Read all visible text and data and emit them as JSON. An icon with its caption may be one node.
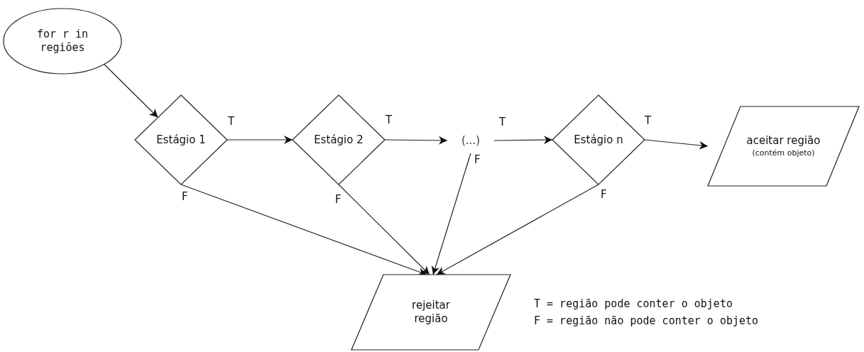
{
  "diagram": {
    "nodes": [
      {
        "text": [
          "for r in regiões"
        ]
      },
      {
        "text": [
          "Estágio 1"
        ]
      },
      {
        "text": [
          "Estágio 2"
        ]
      },
      {
        "text": [
          "(...)"
        ]
      },
      {
        "text": [
          "Estágio n"
        ]
      },
      {
        "text": [
          "aceitar região",
          "(contém objeto)"
        ]
      },
      {
        "text": [
          "rejeitar região"
        ]
      }
    ],
    "edges": [
      {
        "from": 0,
        "to": 1,
        "arrow": "to"
      },
      {
        "from": 1,
        "to": 2,
        "arrow": "to",
        "label": "T"
      },
      {
        "from": 2,
        "to": 3,
        "arrow": "to",
        "label": "T"
      },
      {
        "from": 3,
        "to": 4,
        "arrow": "to",
        "label": "T"
      },
      {
        "from": 4,
        "to": 5,
        "arrow": "to",
        "label": "T"
      },
      {
        "from": 1,
        "to": 6,
        "arrow": "to",
        "label": "F"
      },
      {
        "from": 2,
        "to": 6,
        "arrow": "to",
        "label": "F"
      },
      {
        "from": 3,
        "to": 6,
        "arrow": "to",
        "label": "F"
      },
      {
        "from": 4,
        "to": 6,
        "arrow": "to",
        "label": "F"
      }
    ],
    "labels": [
      "T = região pode conter o objeto",
      "F = região não pode conter o objeto"
    ]
  }
}
